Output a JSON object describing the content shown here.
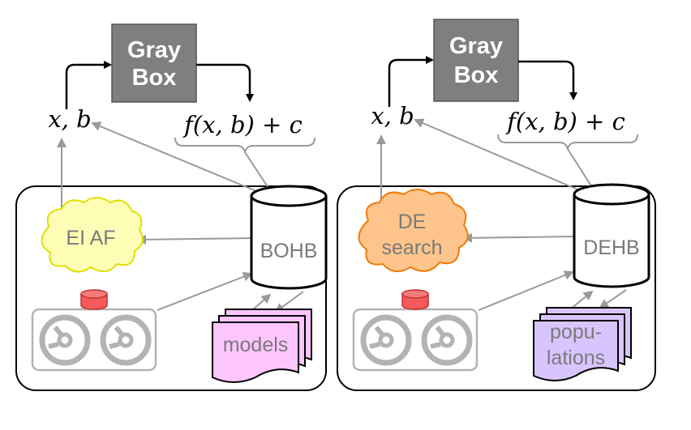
{
  "colors": {
    "graybox_fill": "#7f7f7f",
    "ei_cloud_fill": "#fdfdb6",
    "ei_cloud_stroke": "#e0e000",
    "de_cloud_fill": "#fdc58b",
    "de_cloud_stroke": "#f07b0a",
    "models_fill": "#fdc5fd",
    "populations_fill": "#d9c5fd",
    "tape_gray": "#b3b3b3",
    "red_cyl": "#f55a5a"
  },
  "left_panel": {
    "graybox_line1": "Gray",
    "graybox_line2": "Box",
    "input_label": "x, b",
    "output_label": "f(x, b) + c",
    "cloud_label_line1": "EI AF",
    "db_label": "BOHB",
    "stack_label_line1": "models"
  },
  "right_panel": {
    "graybox_line1": "Gray",
    "graybox_line2": "Box",
    "input_label": "x, b",
    "output_label": "f(x, b) + c",
    "cloud_label_line1": "DE",
    "cloud_label_line2": "search",
    "db_label": "DEHB",
    "stack_label_line1": "popu-",
    "stack_label_line2": "lations"
  }
}
